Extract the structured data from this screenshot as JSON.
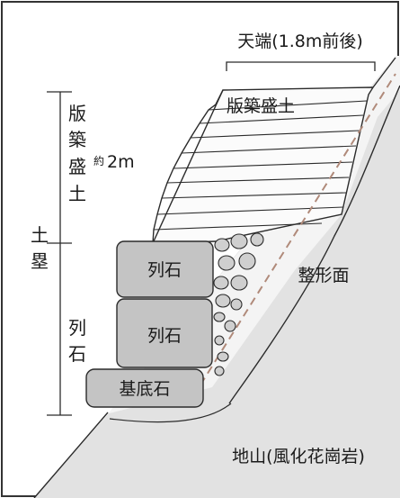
{
  "labels": {
    "crest_width": "天端(1.8m前後)",
    "rammed_earth_horizontal": "版築盛土",
    "rammed_earth_vertical": [
      "版",
      "築",
      "盛",
      "土"
    ],
    "height_approx_prefix": "約",
    "height_approx_value": "2m",
    "earthwork_vertical": [
      "土",
      "塁"
    ],
    "stone_row_vertical": [
      "列",
      "石"
    ],
    "stone_upper": "列石",
    "stone_lower": "列石",
    "base_stone": "基底石",
    "shaped_surface": "整形面",
    "bedrock": "地山(風化花崗岩)"
  },
  "colors": {
    "ground_fill": "#e2e2e2",
    "earth_fill": "#f4f4f4",
    "stone_fill": "#c4c4c4",
    "pebble_fill": "#cfcfcf",
    "outline": "#2b2b2b",
    "dashed_line": "#b08a7a"
  }
}
